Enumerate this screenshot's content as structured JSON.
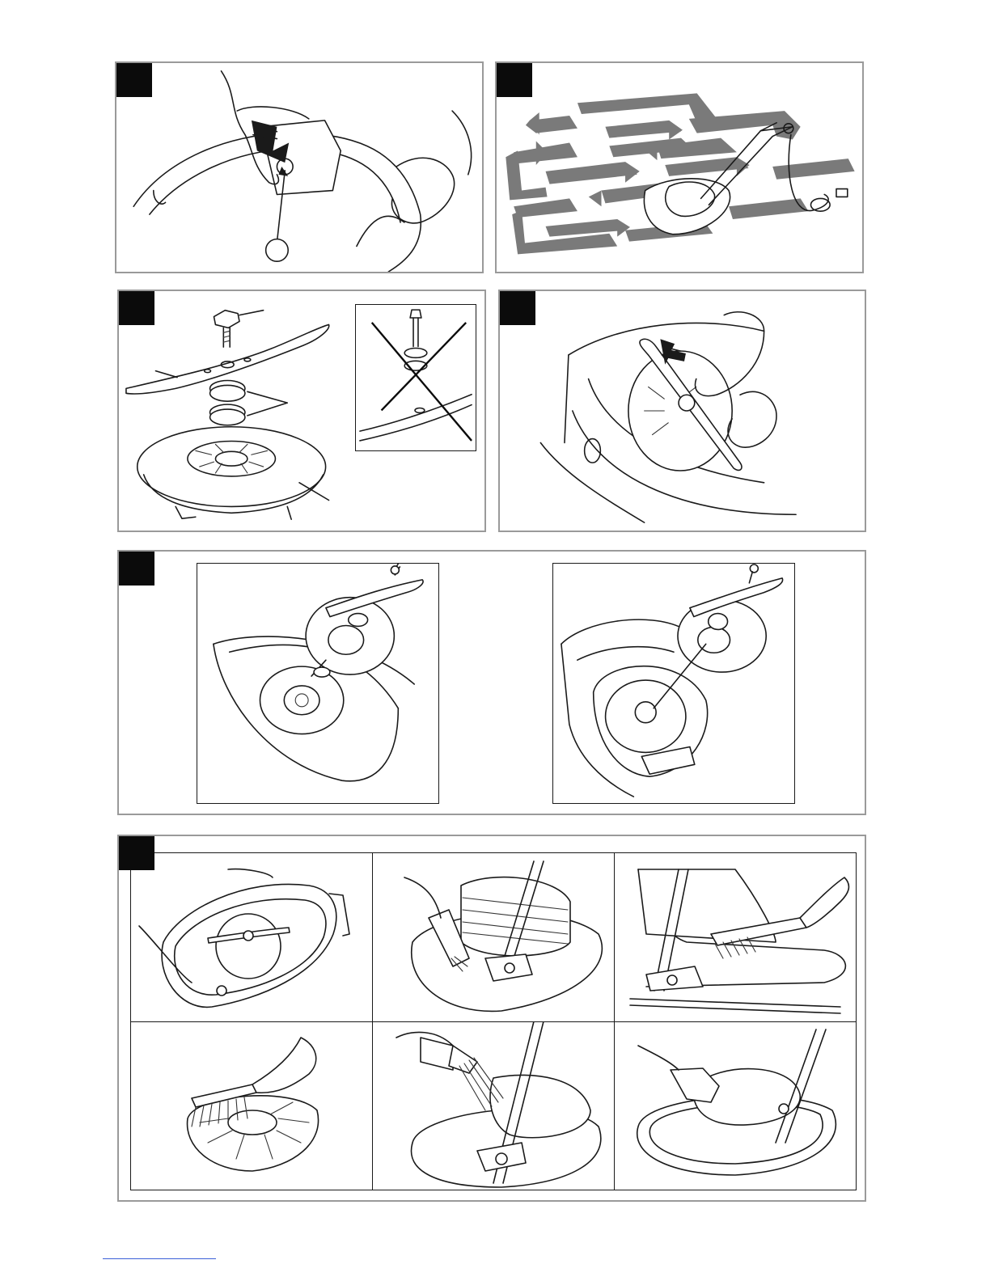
{
  "page": {
    "background": "#ffffff",
    "panel_border_color": "#9a9a9a",
    "badge_color": "#0b0b0b",
    "footer_rule_color": "#3b5fd8"
  },
  "figures": [
    {
      "id": "fig-1",
      "description_icon": "hand-press-button-icon"
    },
    {
      "id": "fig-2",
      "description_icon": "mowing-pattern-icon"
    },
    {
      "id": "fig-3",
      "description_icon": "blade-assembly-icon"
    },
    {
      "id": "fig-4",
      "description_icon": "blade-removal-icon"
    },
    {
      "id": "fig-5",
      "description_icon": "blade-fitting-icon"
    },
    {
      "id": "fig-6",
      "description_icon": "cleaning-steps-icon"
    }
  ]
}
